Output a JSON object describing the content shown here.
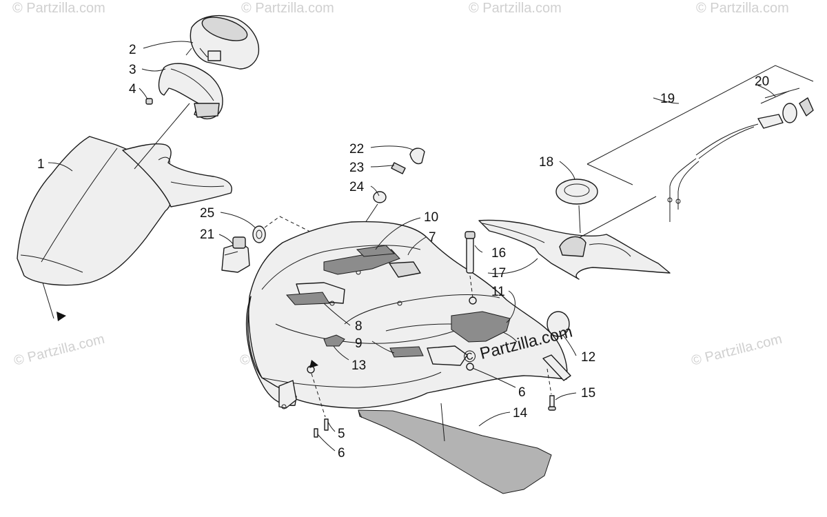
{
  "watermark": {
    "text": "© Partzilla.com",
    "corner_text": "© Partzilla.com",
    "center_text": "© Partzilla.com"
  },
  "callouts": [
    "1",
    "2",
    "3",
    "4",
    "5",
    "6",
    "6",
    "7",
    "8",
    "9",
    "10",
    "11",
    "12",
    "13",
    "14",
    "15",
    "16",
    "17",
    "18",
    "19",
    "20",
    "21",
    "22",
    "23",
    "24",
    "25"
  ],
  "colors": {
    "line": "#1a1a1a",
    "part_fill": "#efefef",
    "hatch_fill": "#8c8c8c",
    "watermark": "#d0d0d0",
    "background": "#ffffff"
  }
}
